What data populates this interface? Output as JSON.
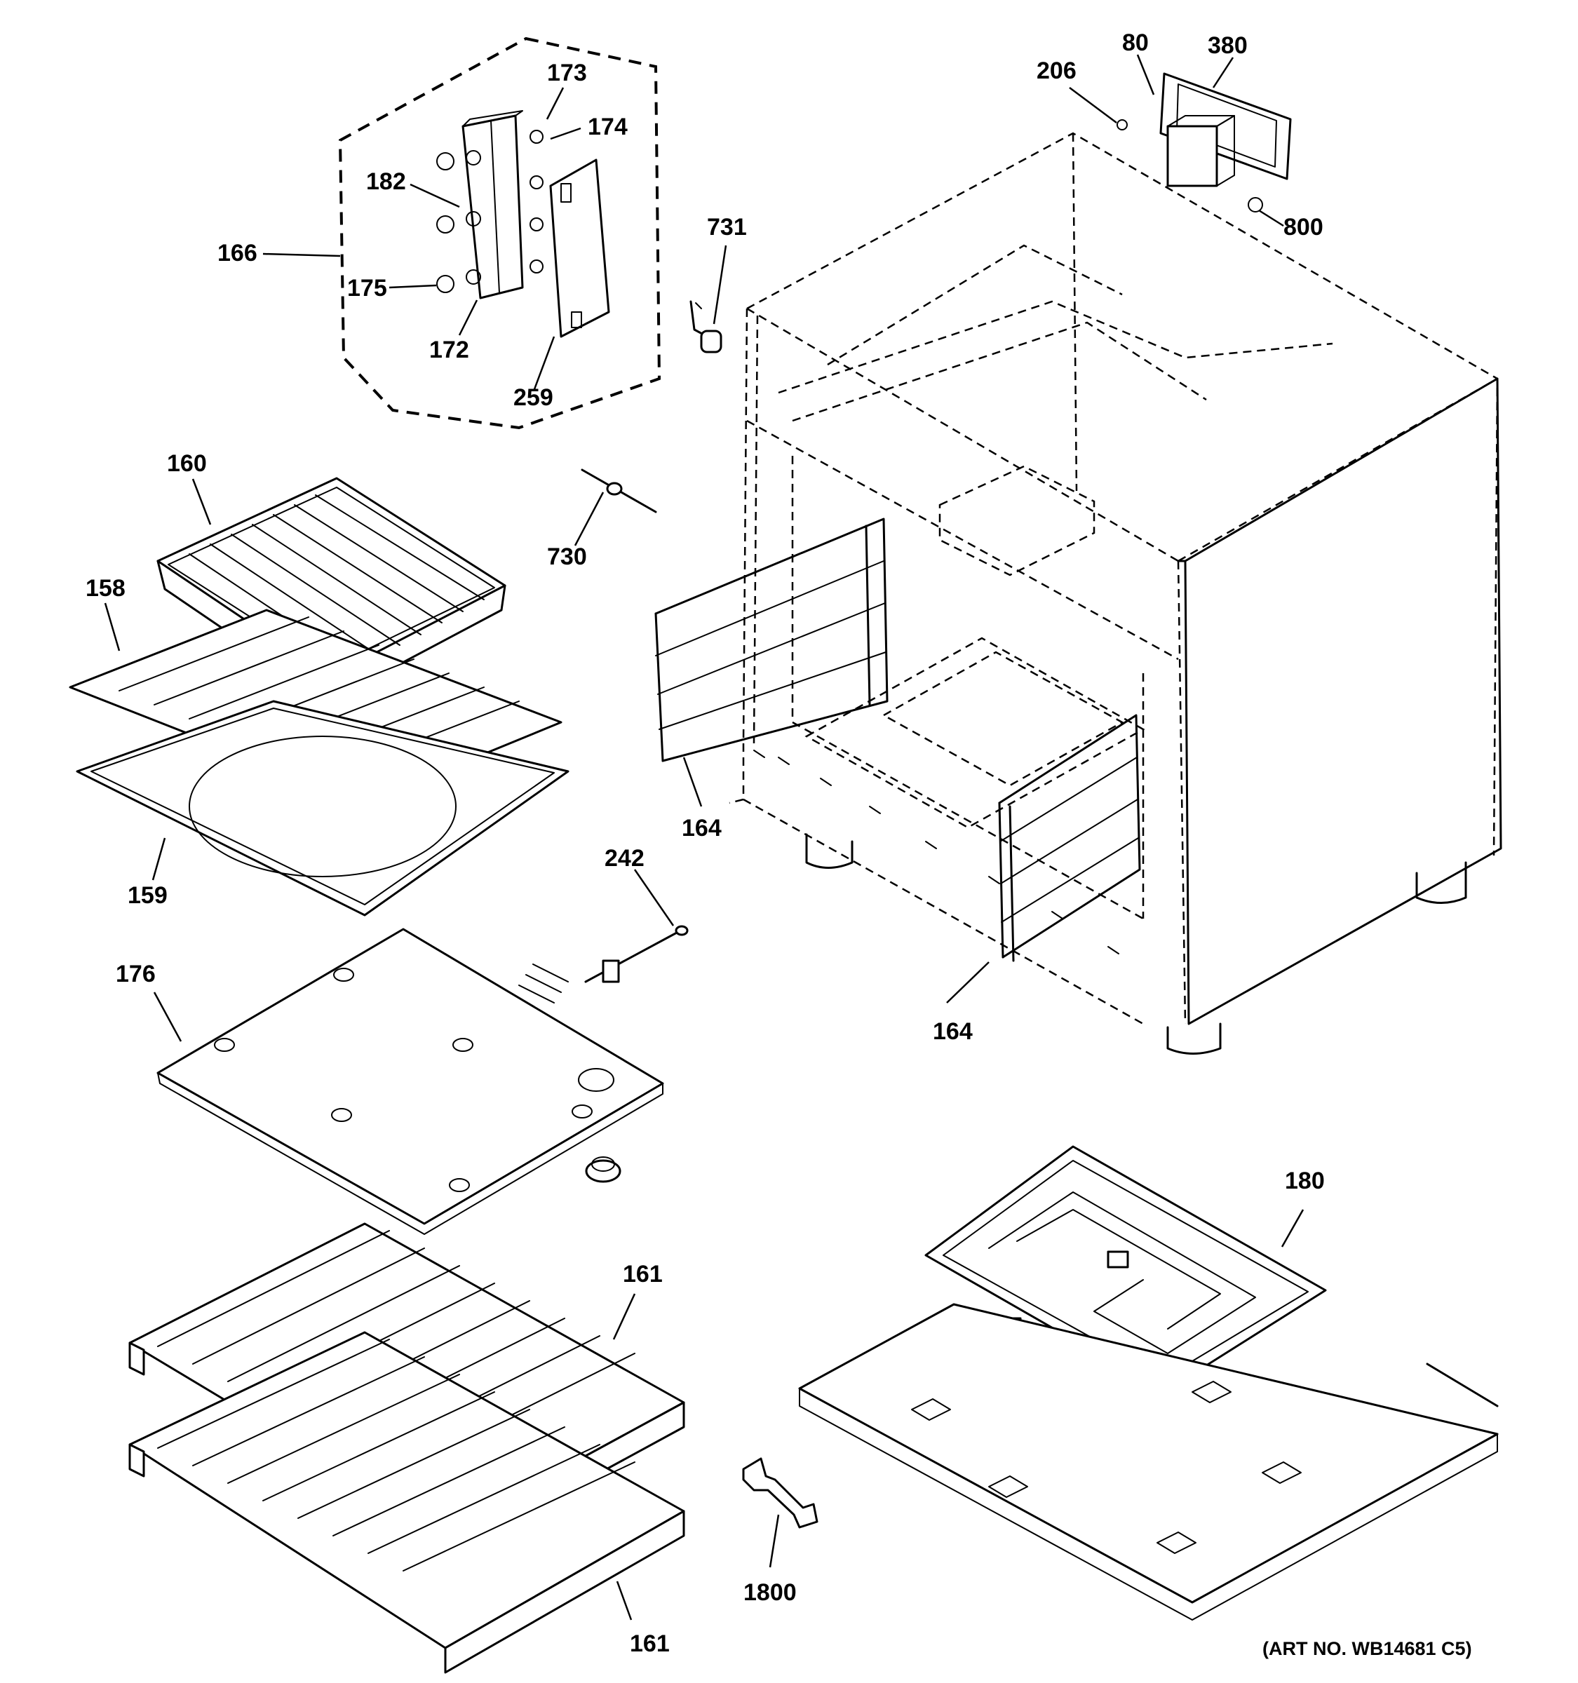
{
  "diagram": {
    "art_number": "(ART NO. WB14681 C5)",
    "callouts": [
      "80",
      "380",
      "206",
      "800",
      "173",
      "174",
      "182",
      "166",
      "175",
      "172",
      "259",
      "731",
      "160",
      "158",
      "730",
      "164",
      "159",
      "242",
      "176",
      "180",
      "161",
      "1800"
    ]
  }
}
